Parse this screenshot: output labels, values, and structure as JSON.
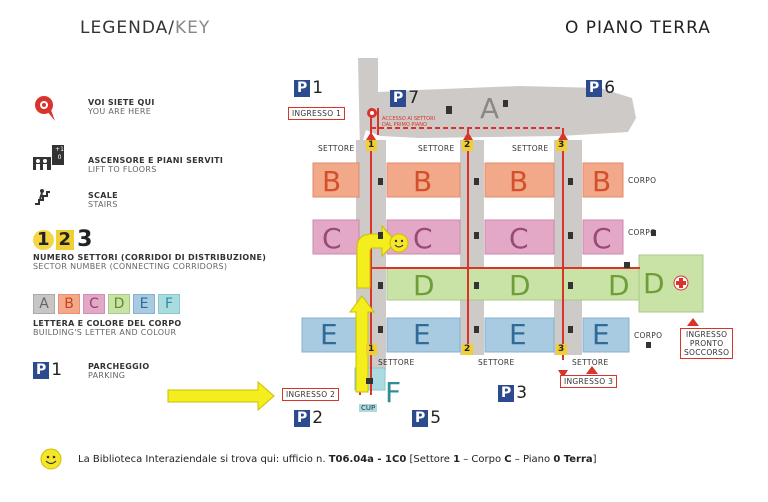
{
  "header": {
    "legend_title": "LEGENDA/",
    "legend_key": "KEY",
    "floor_title": "O PIANO TERRA"
  },
  "legend": {
    "you_are_here_it": "VOI SIETE QUI",
    "you_are_here_en": "YOU ARE HERE",
    "lift_it": "ASCENSORE E PIANI SERVITI",
    "lift_en": "LIFT TO FLOORS",
    "lift_icon_text": "+1 0",
    "stairs_it": "SCALE",
    "stairs_en": "STAIRS",
    "sector_it": "NUMERO SETTORI (CORRIDOI DI DISTRIBUZIONE)",
    "sector_en": "SECTOR NUMBER (CONNECTING CORRIDORS)",
    "sector_numbers": [
      "1",
      "2",
      "3"
    ],
    "body_letters": [
      "A",
      "B",
      "C",
      "D",
      "E",
      "F"
    ],
    "body_it": "LETTERA E COLORE DEL CORPO",
    "body_en": "BUILDING'S LETTER AND COLOUR",
    "parking_badge": "P",
    "parking_num": "1",
    "parking_it": "PARCHEGGIO",
    "parking_en": "PARKING"
  },
  "colors": {
    "A": "#c8c6c4",
    "B": "#f2a98a",
    "C": "#e2a8c6",
    "D": "#c9e2a6",
    "E": "#a8cbe2",
    "F": "#a9dbe0",
    "corridor": "#cdcac7",
    "parking": "#2c4a8e",
    "route": "#d9342b",
    "arrow": "#f5ee1e"
  },
  "map": {
    "parkings": [
      {
        "p": "P",
        "n": "1"
      },
      {
        "p": "P",
        "n": "7"
      },
      {
        "p": "P",
        "n": "6"
      },
      {
        "p": "P",
        "n": "2"
      },
      {
        "p": "P",
        "n": "5"
      },
      {
        "p": "P",
        "n": "3"
      }
    ],
    "entrances": {
      "e1": "INGRESSO 1",
      "e2": "INGRESSO 2",
      "e3": "INGRESSO 3",
      "ps_l1": "INGRESSO",
      "ps_l2": "PRONTO",
      "ps_l3": "SOCCORSO"
    },
    "access_note_l1": "ACCESSO AI SETTORI",
    "access_note_l2": "DAL PRIMO PIANO",
    "settore": "SETTORE",
    "corpo": "CORPO",
    "sector_tags": [
      "1",
      "2",
      "3"
    ],
    "body_a": "A",
    "body_b": "B",
    "body_c": "C",
    "body_d": "D",
    "body_e": "E",
    "body_f": "F",
    "cup": "CUP"
  },
  "footer": {
    "pre": "La Biblioteca Interaziendale si trova qui: ufficio n. ",
    "office": "T06.04a - 1C0",
    "mid1": " [Settore ",
    "sector": "1",
    "mid2": " – Corpo ",
    "corpo": "C",
    "mid3": " – Piano ",
    "piano": "0 Terra",
    "post": "]"
  }
}
